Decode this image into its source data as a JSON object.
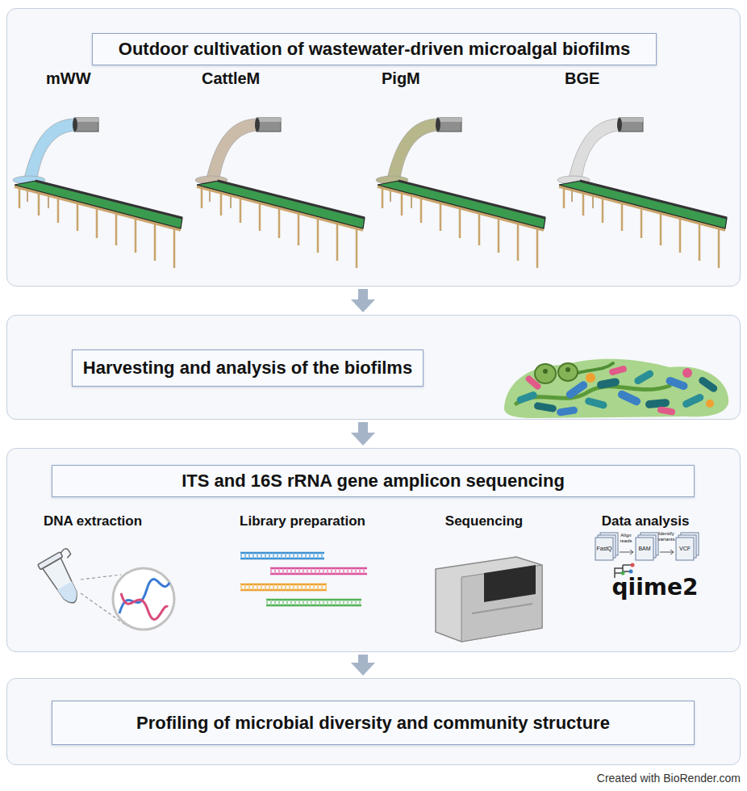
{
  "diagram": {
    "nodes": [
      {
        "text": [
          "Outdoor cultivation of wastewater-driven microalgal biofilms"
        ]
      },
      {
        "text": [
          "Harvesting and analysis of the biofilms"
        ]
      },
      {
        "text": [
          "ITS and 16S rRNA gene amplicon sequencing"
        ]
      },
      {
        "text": [
          "Profiling of microbial diversity and community structure"
        ]
      }
    ],
    "edges": [
      {
        "from": 0,
        "to": 1,
        "arrow": "to"
      },
      {
        "from": 1,
        "to": 2,
        "arrow": "to"
      },
      {
        "from": 2,
        "to": 3,
        "arrow": "to"
      }
    ],
    "labels": [
      "mWW",
      "CattleM",
      "PigM",
      "BGE",
      "DNA extraction",
      "Library preparation",
      "Sequencing",
      "Data analysis",
      "FastQ",
      "Align reads",
      "BAM",
      "Identify variants",
      "VCF",
      "qiime2",
      "Created with BioRender.com"
    ]
  }
}
